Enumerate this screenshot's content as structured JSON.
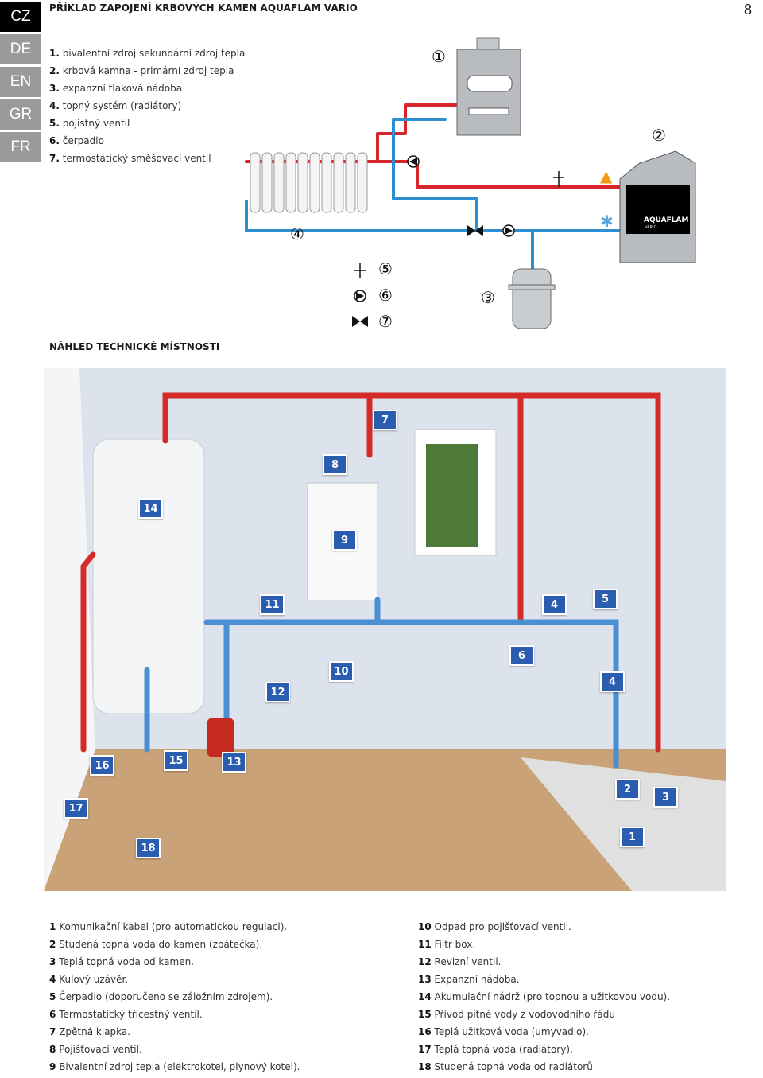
{
  "header": {
    "title": "PŘÍKLAD ZAPOJENÍ KRBOVÝCH KAMEN AQUAFLAM VARIO",
    "page_number": "8"
  },
  "languages": [
    {
      "code": "CZ",
      "active": true
    },
    {
      "code": "DE",
      "active": false
    },
    {
      "code": "EN",
      "active": false
    },
    {
      "code": "GR",
      "active": false
    },
    {
      "code": "FR",
      "active": false
    }
  ],
  "legend": [
    {
      "num": "1.",
      "text": "bivalentní zdroj sekundární zdroj tepla"
    },
    {
      "num": "2.",
      "text": "krbová kamna - primární zdroj tepla"
    },
    {
      "num": "3.",
      "text": "expanzní tlaková nádoba"
    },
    {
      "num": "4.",
      "text": "topný systém (radiátory)"
    },
    {
      "num": "5.",
      "text": "pojistný ventil"
    },
    {
      "num": "6.",
      "text": "čerpadlo"
    },
    {
      "num": "7.",
      "text": "termostatický směšovací ventil"
    }
  ],
  "diagram": {
    "markers": [
      "①",
      "②",
      "③",
      "④",
      "⑤",
      "⑥",
      "⑦"
    ],
    "brand": "AQUAFLAM",
    "brand_sub": "VARIO",
    "colors": {
      "hot": "#d7262b",
      "cold": "#2b8fd0"
    }
  },
  "section_title": "NÁHLED TECHNICKÉ MÍSTNOSTI",
  "photo": {
    "tags": [
      "7",
      "8",
      "14",
      "9",
      "11",
      "4",
      "5",
      "6",
      "10",
      "12",
      "4",
      "16",
      "15",
      "13",
      "17",
      "2",
      "3",
      "18",
      "1"
    ]
  },
  "descriptions_left": [
    {
      "n": "1",
      "text": "Komunikační kabel (pro automatickou regulaci)."
    },
    {
      "n": "2",
      "text": "Studená topná voda do kamen (zpátečka)."
    },
    {
      "n": "3",
      "text": "Teplá topná voda od kamen."
    },
    {
      "n": "4",
      "text": "Kulový uzávěr."
    },
    {
      "n": "5",
      "text": "Čerpadlo (doporučeno se záložním zdrojem)."
    },
    {
      "n": "6",
      "text": "Termostatický třícestný ventil."
    },
    {
      "n": "7",
      "text": "Zpětná klapka."
    },
    {
      "n": "8",
      "text": "Pojišťovací ventil."
    },
    {
      "n": "9",
      "text": "Bivalentní zdroj tepla (elektrokotel, plynový kotel)."
    }
  ],
  "descriptions_right": [
    {
      "n": "10",
      "text": "Odpad pro pojišťovací ventil."
    },
    {
      "n": "11",
      "text": "Filtr box."
    },
    {
      "n": "12",
      "text": "Revizní ventil."
    },
    {
      "n": "13",
      "text": "Expanzní nádoba."
    },
    {
      "n": "14",
      "text": "Akumulační nádrž (pro topnou a užitkovou vodu)."
    },
    {
      "n": "15",
      "text": "Přívod pitné vody z vodovodního řádu"
    },
    {
      "n": "16",
      "text": "Teplá užitková voda (umyvadlo)."
    },
    {
      "n": "17",
      "text": "Teplá topná voda (radiátory)."
    },
    {
      "n": "18",
      "text": "Studená topná voda od radiátorů"
    }
  ]
}
